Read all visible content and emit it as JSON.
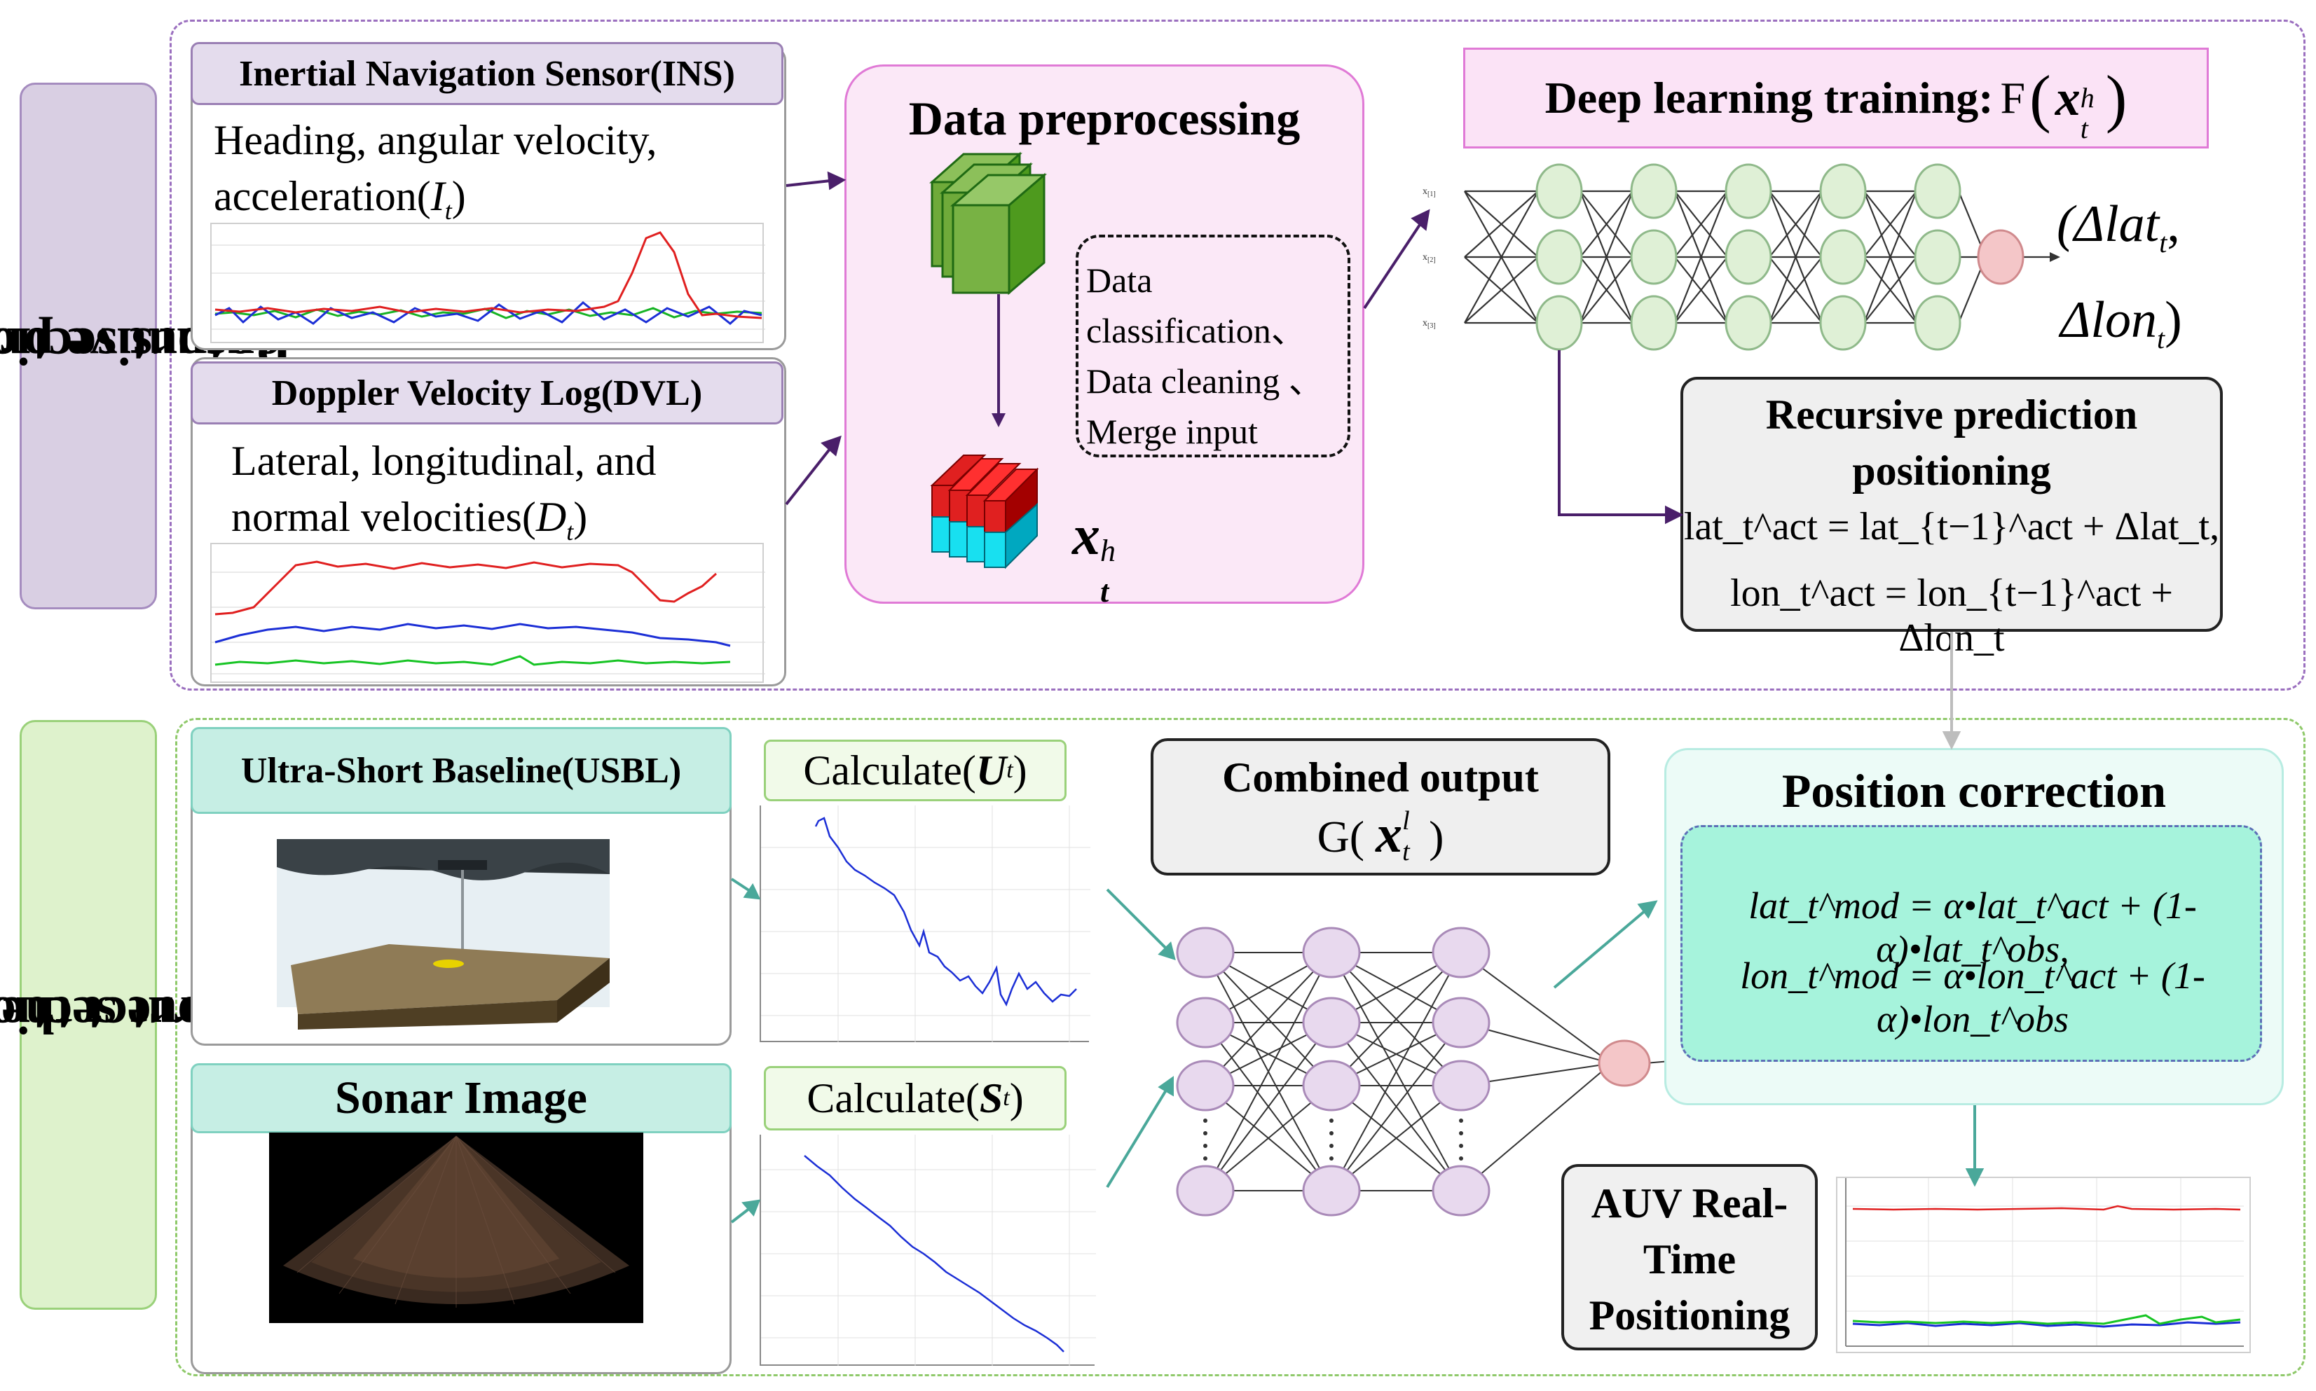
{
  "side_labels": {
    "top": "Recursive prediction output section",
    "top_lines": [
      "Recursive prediction",
      "output section"
    ],
    "bottom": "Correct the actual output section",
    "bottom_lines": [
      "Correct the actual",
      "output section"
    ]
  },
  "ins": {
    "title": "Inertial Navigation Sensor(INS)",
    "desc_line1": "Heading, angular velocity,",
    "desc_line2_prefix": "acceleration(",
    "desc_var": "I",
    "desc_sub": "t",
    "desc_suffix": ")"
  },
  "dvl": {
    "title": "Doppler Velocity Log(DVL)",
    "desc_line1": "Lateral, longitudinal, and",
    "desc_line2_prefix": "normal velocities(",
    "desc_var": "D",
    "desc_sub": "t",
    "desc_suffix": ")"
  },
  "preprocessing": {
    "title": "Data preprocessing",
    "steps": [
      "Data",
      "classification、",
      "Data cleaning 、",
      "Merge input"
    ],
    "output_var": "x",
    "output_sup": "h",
    "output_sub": "t"
  },
  "training": {
    "title": "Deep learning training:",
    "func": "F",
    "var": "x",
    "sup": "h",
    "sub": "t",
    "inputs": [
      "x",
      "x",
      "x"
    ],
    "input_subs": [
      "[1]",
      "[2]",
      "[3]"
    ],
    "output_line1": "(Δlat",
    "output_line1_sub": "t",
    "output_line1_tail": ",",
    "output_line2": "Δlon",
    "output_line2_sub": "t",
    "output_line2_tail": ")"
  },
  "recursive": {
    "title_line1": "Recursive prediction",
    "title_line2": "positioning",
    "eq1": "lat_t^act = lat_{t−1}^act + Δlat_t,",
    "eq2": "lon_t^act = lon_{t−1}^act + Δlon_t"
  },
  "usbl": {
    "title": "Ultra-Short Baseline(USBL)",
    "calc_prefix": "Calculate(",
    "calc_var": "U",
    "calc_sub": "t",
    "calc_suffix": ")"
  },
  "sonar": {
    "title": "Sonar Image",
    "calc_prefix": "Calculate(",
    "calc_var": "S",
    "calc_sub": "t",
    "calc_suffix": ")"
  },
  "combined": {
    "title": "Combined output",
    "func": "G(",
    "var": "x",
    "sup": "l",
    "sub": "t",
    "close": ")"
  },
  "correction": {
    "title": "Position correction",
    "eq1": "lat_t^mod = α•lat_t^act + (1-α)•lat_t^obs,",
    "eq2": "lon_t^mod = α•lon_t^act + (1-α)•lon_t^obs"
  },
  "auv": {
    "title_line1": "AUV Real-",
    "title_line2": "Time",
    "title_line3": "Positioning"
  },
  "colors": {
    "purple_border": "#9b6fbf",
    "green_border": "#8fc96a",
    "side_top_bg": "#d9cfe3",
    "side_bottom_bg": "#def2cc",
    "preproc_bg": "#fbe8f7",
    "preproc_border": "#e07ad6",
    "training_bg": "#fbe3f6",
    "node_green": "#dff0d6",
    "node_pink": "#f4c6c8",
    "node_lavender": "#e8d9ee",
    "correction_bg": "#ecfbf7",
    "formula_bg": "#a6f3dc",
    "arrow_teal": "#4aa89a",
    "arrow_purple": "#4a1f6a"
  }
}
